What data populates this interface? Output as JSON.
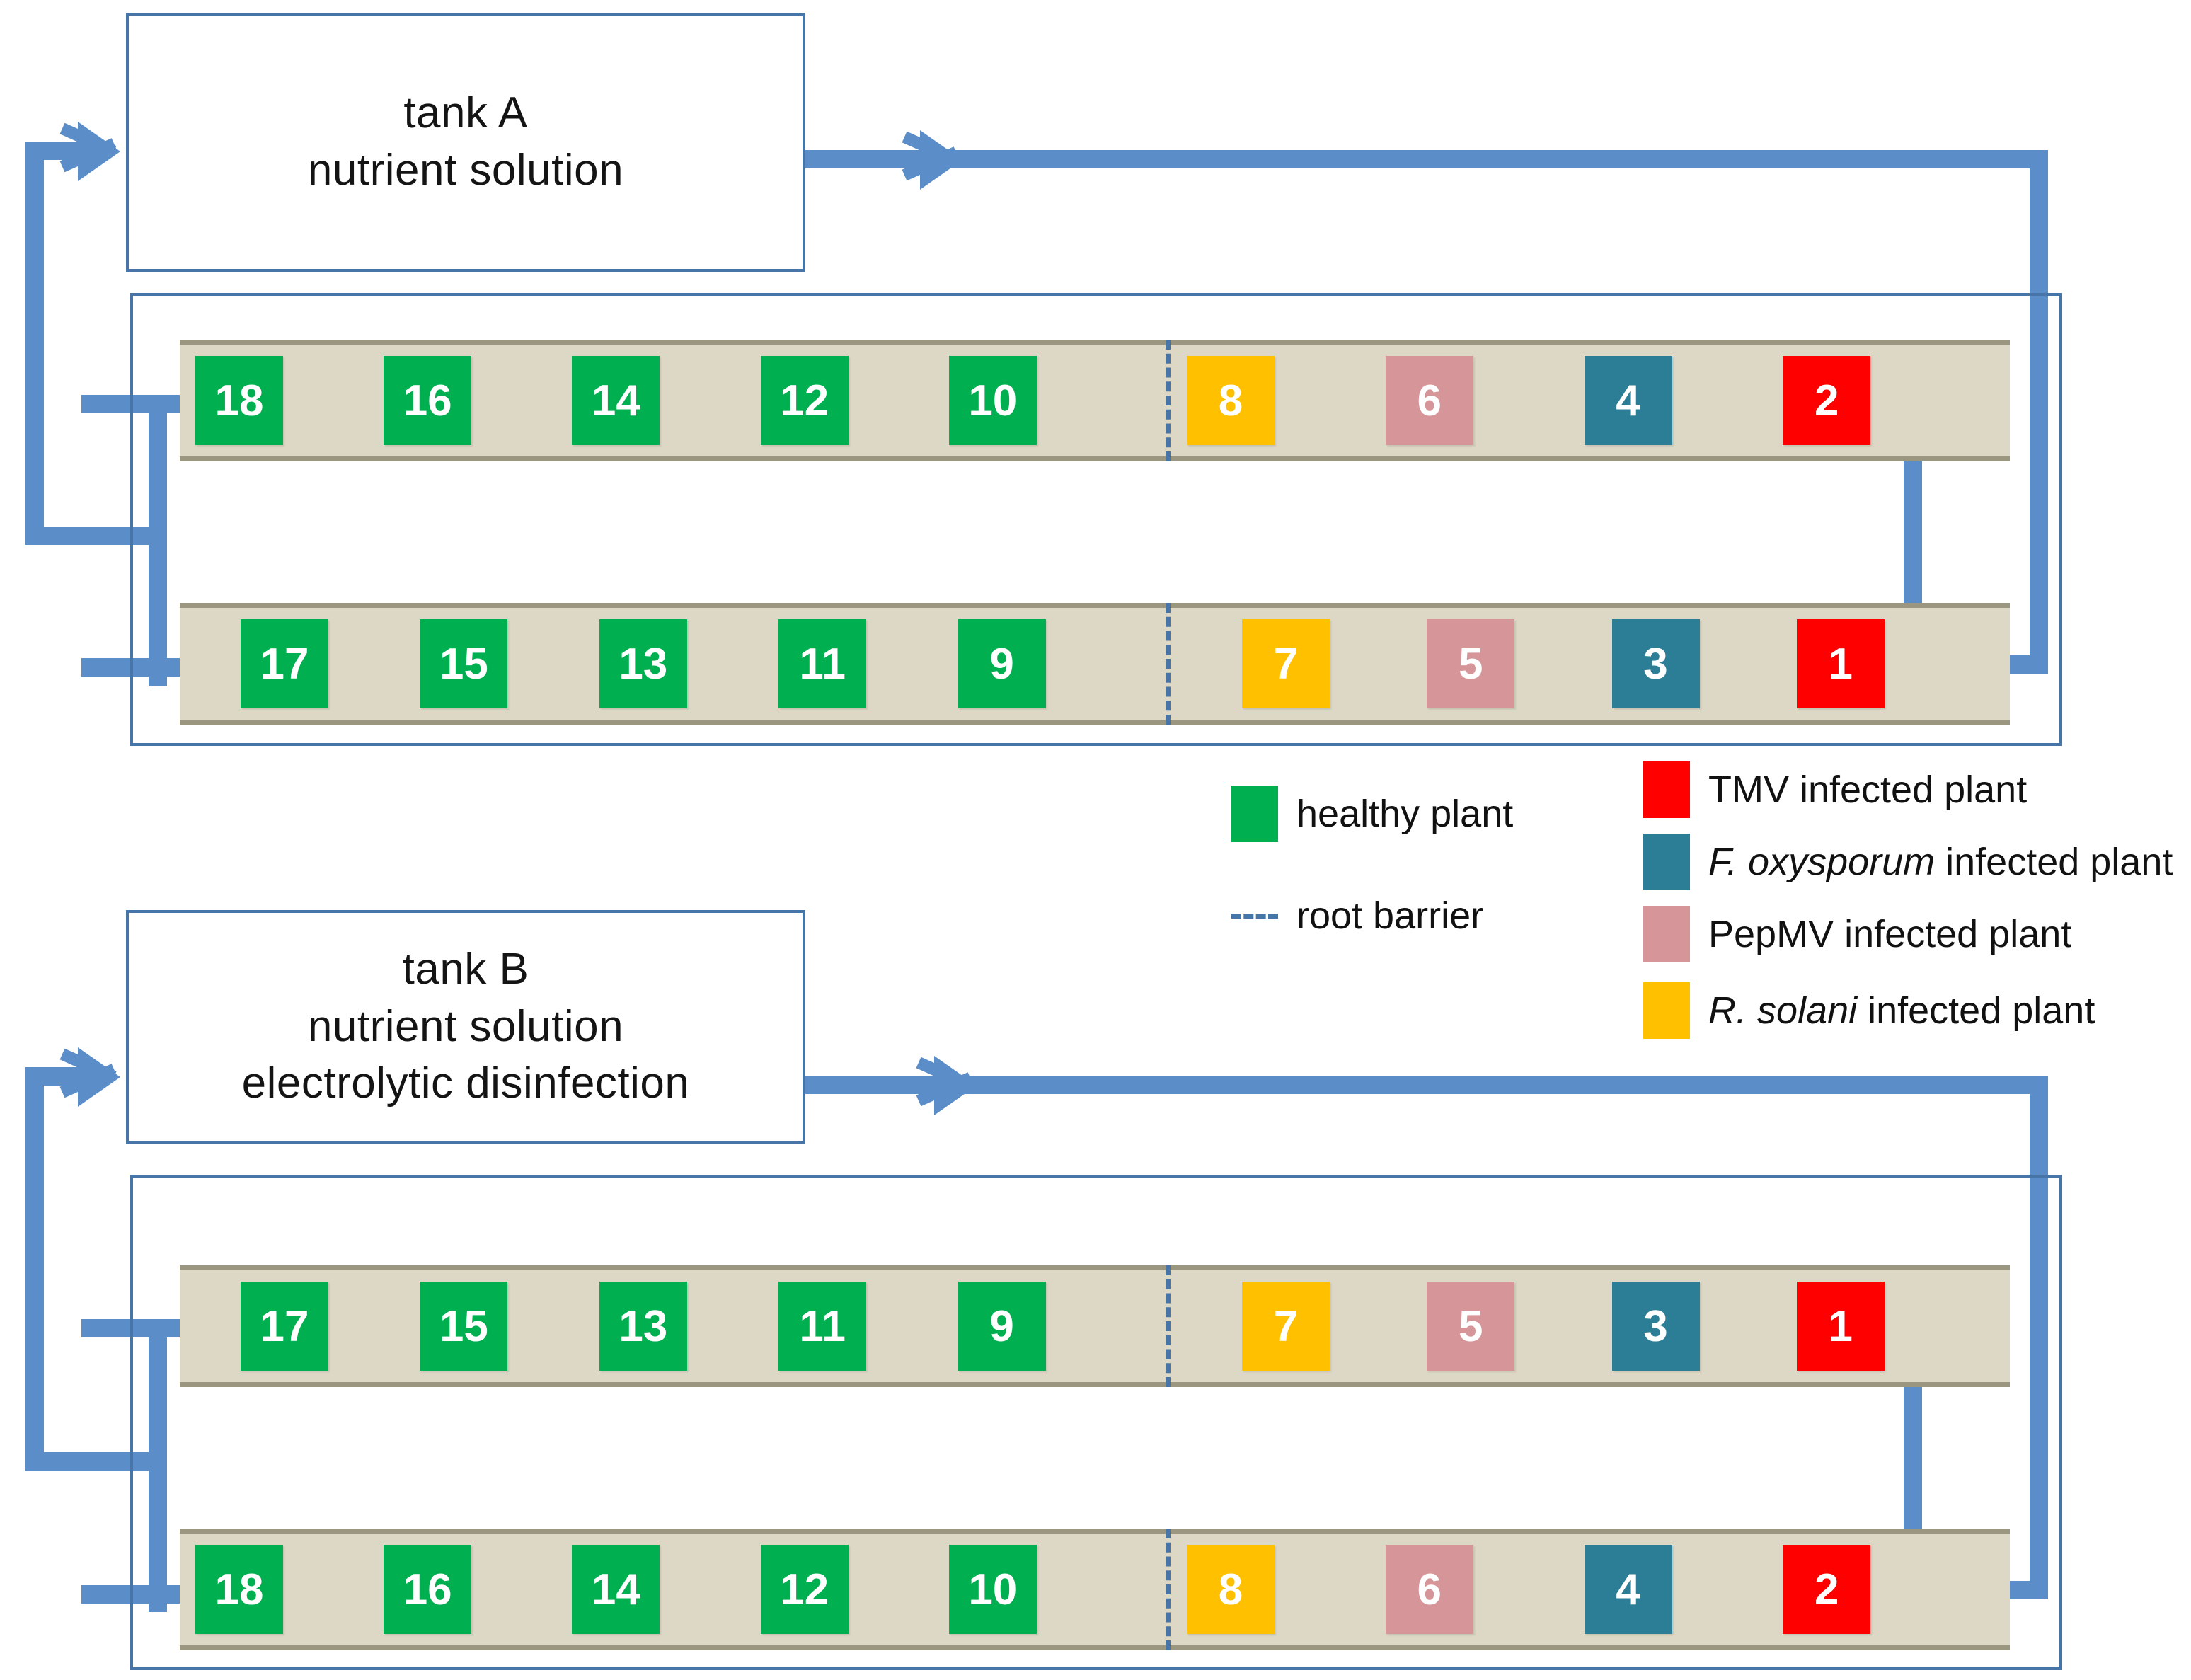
{
  "colors": {
    "healthy": "#00AF50",
    "tmv": "#FE0000",
    "fusarium": "#2C7E96",
    "pepmv": "#D69598",
    "rsolani": "#FFC000",
    "gutter": "#DDD8C5",
    "pipe": "#5B8DC8",
    "frame": "#4775A8",
    "barrier": "#4775A8"
  },
  "tanks": [
    {
      "id": "tank-a",
      "label": "tank A\nnutrient solution",
      "rows": [
        {
          "id": "tank-a-row-1",
          "indent": false,
          "barrier": true,
          "plants": [
            {
              "number": "18",
              "kind": "healthy"
            },
            {
              "number": "16",
              "kind": "healthy"
            },
            {
              "number": "14",
              "kind": "healthy"
            },
            {
              "number": "12",
              "kind": "healthy"
            },
            {
              "number": "10",
              "kind": "healthy"
            },
            {
              "number": "8",
              "kind": "rsolani"
            },
            {
              "number": "6",
              "kind": "pepmv"
            },
            {
              "number": "4",
              "kind": "fusarium"
            },
            {
              "number": "2",
              "kind": "tmv"
            }
          ]
        },
        {
          "id": "tank-a-row-2",
          "indent": true,
          "barrier": true,
          "plants": [
            {
              "number": "17",
              "kind": "healthy"
            },
            {
              "number": "15",
              "kind": "healthy"
            },
            {
              "number": "13",
              "kind": "healthy"
            },
            {
              "number": "11",
              "kind": "healthy"
            },
            {
              "number": "9",
              "kind": "healthy"
            },
            {
              "number": "7",
              "kind": "rsolani"
            },
            {
              "number": "5",
              "kind": "pepmv"
            },
            {
              "number": "3",
              "kind": "fusarium"
            },
            {
              "number": "1",
              "kind": "tmv"
            }
          ]
        }
      ]
    },
    {
      "id": "tank-b",
      "label": "tank B\nnutrient solution\nelectrolytic disinfection",
      "rows": [
        {
          "id": "tank-b-row-1",
          "indent": true,
          "barrier": true,
          "plants": [
            {
              "number": "17",
              "kind": "healthy"
            },
            {
              "number": "15",
              "kind": "healthy"
            },
            {
              "number": "13",
              "kind": "healthy"
            },
            {
              "number": "11",
              "kind": "healthy"
            },
            {
              "number": "9",
              "kind": "healthy"
            },
            {
              "number": "7",
              "kind": "rsolani"
            },
            {
              "number": "5",
              "kind": "pepmv"
            },
            {
              "number": "3",
              "kind": "fusarium"
            },
            {
              "number": "1",
              "kind": "tmv"
            }
          ]
        },
        {
          "id": "tank-b-row-2",
          "indent": false,
          "barrier": true,
          "plants": [
            {
              "number": "18",
              "kind": "healthy"
            },
            {
              "number": "16",
              "kind": "healthy"
            },
            {
              "number": "14",
              "kind": "healthy"
            },
            {
              "number": "12",
              "kind": "healthy"
            },
            {
              "number": "10",
              "kind": "healthy"
            },
            {
              "number": "8",
              "kind": "rsolani"
            },
            {
              "number": "6",
              "kind": "pepmv"
            },
            {
              "number": "4",
              "kind": "fusarium"
            },
            {
              "number": "2",
              "kind": "tmv"
            }
          ]
        }
      ]
    }
  ],
  "legend": {
    "left": [
      {
        "type": "swatch",
        "color_key": "healthy",
        "label": "healthy plant",
        "name": "legend-healthy-plant"
      },
      {
        "type": "dash",
        "color_key": "barrier",
        "label": "root barrier",
        "name": "legend-root-barrier"
      }
    ],
    "right": [
      {
        "type": "swatch",
        "color_key": "tmv",
        "label": "TMV infected plant",
        "italic": "",
        "name": "legend-tmv"
      },
      {
        "type": "swatch",
        "color_key": "fusarium",
        "label": " infected plant",
        "italic": "F. oxysporum",
        "name": "legend-f-oxysporum"
      },
      {
        "type": "swatch",
        "color_key": "pepmv",
        "label": "PepMV infected plant",
        "italic": "",
        "name": "legend-pepmv"
      },
      {
        "type": "swatch",
        "color_key": "rsolani",
        "label": " infected plant",
        "italic": "R. solani",
        "name": "legend-r-solani"
      }
    ]
  }
}
